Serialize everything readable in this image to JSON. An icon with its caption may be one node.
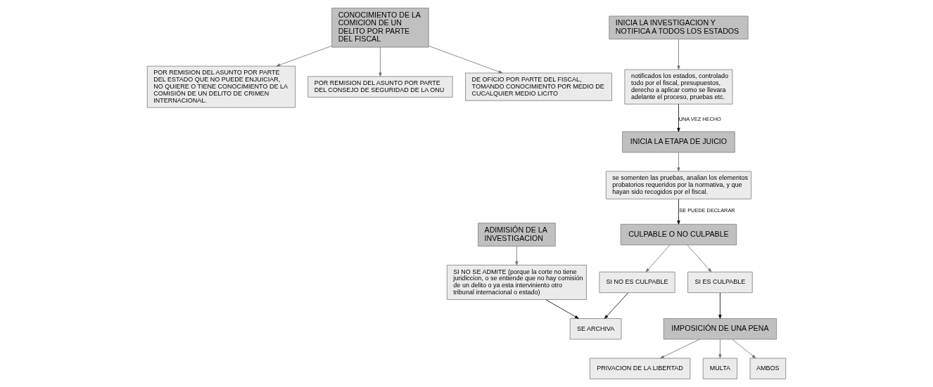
{
  "diagram": {
    "nodes": [
      {
        "text": [
          "CONOCIMIENTO DE LA COMICION DE UN DELITO POR PARTE DEL FISCAL"
        ]
      },
      {
        "text": [
          "POR REMISION DEL ASUNTO POR PARTE DEL ESTADO QUE NO PUEDE ENJUICIAR, NO QUIERE O TIENE CONOCIMIENTO DE LA COMISIÓN DE UN DELITO DE CRIMEN INTERNACIONAL."
        ]
      },
      {
        "text": [
          "POR REMISION DEL ASUNTO POR PARTE DEL CONSEJO DE SEGURIDAD DE LA ONU"
        ]
      },
      {
        "text": [
          "DE OFICIO POR PARTE DEL FISCAL, TOMANDO CONOCIMIENTO POR MEDIO DE CUCALQUIER MEDIO LICITO"
        ]
      },
      {
        "text": [
          "ADIMISIÓN DE LA INVESTIGACION"
        ]
      },
      {
        "text": [
          "SI NO SE ADMITE (porque la corte no tiene juridiccion, o se entiende que no hay comisión de un delito o ya esta interviniento otro tribunal internacional o estado)"
        ]
      },
      {
        "text": [
          "SE ARCHIVA"
        ]
      },
      {
        "text": [
          "INICIA LA INVESTIGACION Y NOTIFICA A TODOS LOS ESTADOS"
        ]
      },
      {
        "text": [
          "notificados los estados, controlado todo por el fiscal, presupuestos, derecho a aplicar como se llevara adelante el proceso, pruebas etc."
        ]
      },
      {
        "text": [
          "INICIA LA ETAPA DE JUICIO"
        ]
      },
      {
        "text": [
          "se somenten las pruebas, analian los elementos probatorios requeridos por la normativa, y que hayan sido recogidos por el fiscal."
        ]
      },
      {
        "text": [
          "CULPABLE O NO CULPABLE"
        ]
      },
      {
        "text": [
          "SI NO ES CULPABLE"
        ]
      },
      {
        "text": [
          "SI ES CULPABLE"
        ]
      },
      {
        "text": [
          "IMPOSICIÓN DE UNA PENA"
        ]
      },
      {
        "text": [
          "PRIVACION DE LA LIBERTAD"
        ]
      },
      {
        "text": [
          "MULTA"
        ]
      },
      {
        "text": [
          "AMBOS"
        ]
      }
    ],
    "edges": [
      {
        "from": 0,
        "to": 1,
        "arrow": "to"
      },
      {
        "from": 0,
        "to": 2,
        "arrow": "to"
      },
      {
        "from": 0,
        "to": 3,
        "arrow": "to"
      },
      {
        "from": 4,
        "to": 5,
        "arrow": "to"
      },
      {
        "from": 5,
        "to": 6,
        "arrow": "to",
        "color": "#000000"
      },
      {
        "from": 7,
        "to": 8,
        "arrow": "to"
      },
      {
        "from": 8,
        "to": 9,
        "arrow": "to",
        "label": "UNA VEZ HECHO",
        "color": "#000000"
      },
      {
        "from": 9,
        "to": 10,
        "arrow": "to"
      },
      {
        "from": 10,
        "to": 11,
        "arrow": "to",
        "label": "SE PUEDE DECLARAR",
        "color": "#000000"
      },
      {
        "from": 11,
        "to": 12,
        "arrow": "to"
      },
      {
        "from": 11,
        "to": 13,
        "arrow": "to"
      },
      {
        "from": 12,
        "to": 6,
        "arrow": "to",
        "color": "#000000"
      },
      {
        "from": 13,
        "to": 14,
        "arrow": "to",
        "color": "#000000"
      },
      {
        "from": 14,
        "to": 15,
        "arrow": "to"
      },
      {
        "from": 14,
        "to": 16,
        "arrow": "to"
      },
      {
        "from": 14,
        "to": 17,
        "arrow": "to"
      }
    ]
  }
}
